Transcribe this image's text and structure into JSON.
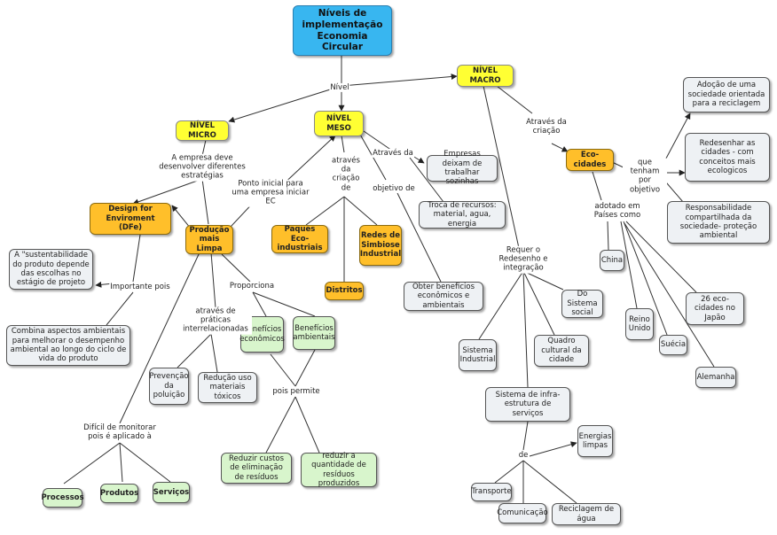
{
  "nodes": {
    "niveis": "Níveis de implementação Economia  Circular",
    "macro": "NÍVEL MACRO",
    "micro": "NÍVEL MICRO",
    "meso": "NÍVEL MESO",
    "design": "Design for Enviroment (DFe)",
    "producao": "Produção mais Limpa",
    "paques": "Paques Eco-industriais",
    "redes": "Redes de Simbiose Industrial",
    "distritos": "Distritos",
    "eco_cidades": "Eco-cidades",
    "empresas_deixam": "Empresas deixam de trabalhar sozinhas",
    "troca": "Troca de recursos: material, agua, energia",
    "obter": "Obter beneficios econômicos e ambientais",
    "sustentabilidade": "A \"sustentabilidade do produto depende das escolhas no estágio de projeto",
    "combina": "Combina aspectos ambientais para melhorar o desempenho ambiental ao longo do ciclo de vida do produto",
    "prevencao": "Prevenção da poluição",
    "reducao_uso": "Redução uso materiais tóxicos",
    "ben_economicos": "Benefícios econômicos",
    "ben_ambientais": "Benefícios ambientais",
    "reduzir_custos": "Reduzir custos de eliminação de resíduos",
    "reduzir_qtd": "reduzir a quantidade de resíduos produzidos",
    "processos": "Processos",
    "produtos": "Produtos",
    "servicos": "Serviços",
    "sistema_industrial": "Sistema Industrial",
    "quadro_cultural": "Quadro cultural da cidade",
    "do_sistema_social": "Do Sistema social",
    "infra": "Sistema de infra-estrutura de serviços",
    "energias": "Energias limpas",
    "transporte": "Transporte",
    "comunicacao": "Comunicação",
    "reciclagem": "Reciclagem de água",
    "adocao": "Adoção de uma sociedade orientada para a reciclagem",
    "redesenhar": "Redesenhar as cidades - com conceitos mais ecologicos",
    "responsabilidade": "Responsabilidade compartilhada da  sociedade- proteção ambiental",
    "china": "China",
    "reino_unido": "Reino Unido",
    "suecia": "Suécia",
    "eco_japao": "26 eco-cidades no Japão",
    "alemanha": "Alemanha"
  },
  "links": {
    "nivel": "Nível",
    "empresa_deve": "A empresa deve desenvolver diferentes estratégias",
    "ponto_inicial": "Ponto inicial para uma empresa iniciar EC",
    "atraves_criacao_meso": "através da criação de",
    "objetivo_de": "objetivo de",
    "atraves_da": "Através da",
    "atraves_criacao_macro": "Através  da criação",
    "importante_pois": "Importante pois",
    "praticas": "através de práticas interrelacionadas",
    "proporciona": "Proporciona",
    "pois_permite": "pois permite",
    "dificil": "Difícil de monitorar pois é aplicado à",
    "requer": "Requer o Redesenho e integração",
    "de": "de",
    "que_tenham": "que tenham por objetivo",
    "adotado": "adotado em Países como"
  },
  "colors": {
    "title": "#38b6f0",
    "level": "#ffff33",
    "strategy": "#ffbf2a",
    "detail": "#eef1f4",
    "benefit": "#d8f5cc",
    "line": "#333333"
  }
}
